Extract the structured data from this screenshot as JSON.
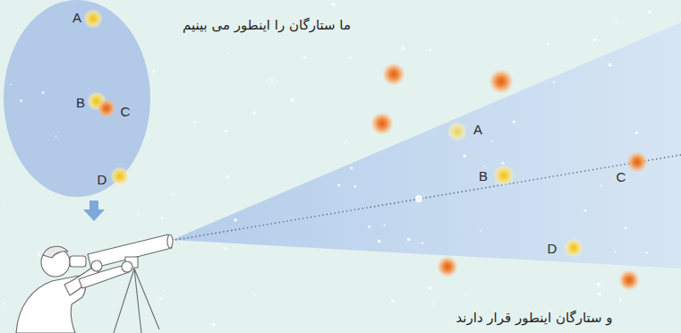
{
  "diagram": {
    "nodes": [
      {
        "text": [
          "A",
          "B",
          "C",
          "D"
        ]
      },
      {
        "text": [
          "A",
          "B",
          "C",
          "D"
        ]
      }
    ],
    "labels": [
      "ما ستارگان را اینطور می بینیم",
      "و ستارگان اینطور قرار دارند"
    ]
  }
}
